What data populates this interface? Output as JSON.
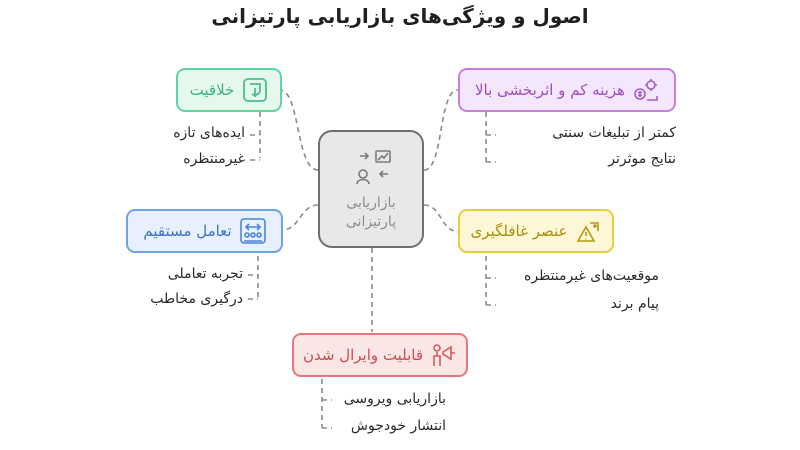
{
  "title": "اصول و ویژگی‌های بازاریابی پارتیزانی",
  "center": {
    "line1": "بازاریابی",
    "line2": "پارتیزانی"
  },
  "nodes": {
    "creativity": {
      "label": "خلاقیت",
      "color": "#5fd6a0",
      "items": [
        "ایده‌های تازه",
        "غیرمنتظره"
      ]
    },
    "interaction": {
      "label": "تعامل مستقیم",
      "color": "#6fa3e8",
      "items": [
        "تجربه تعاملی",
        "درگیری مخاطب"
      ]
    },
    "viral": {
      "label": "قابلیت وایرال شدن",
      "color": "#e8777a",
      "items": [
        "بازاریابی ویروسی",
        "انتشار خودجوش"
      ]
    },
    "cost": {
      "label": "هزینه کم و اثربخشی بالا",
      "color": "#c47fe0",
      "items": [
        "کمتر از تبلیغات سنتی",
        "نتایج موثرتر"
      ]
    },
    "surprise": {
      "label": "عنصر غافلگیری",
      "color": "#e7cf3c",
      "items": [
        "موقعیت‌های غیرمنتظره",
        "پیام برند"
      ]
    }
  }
}
